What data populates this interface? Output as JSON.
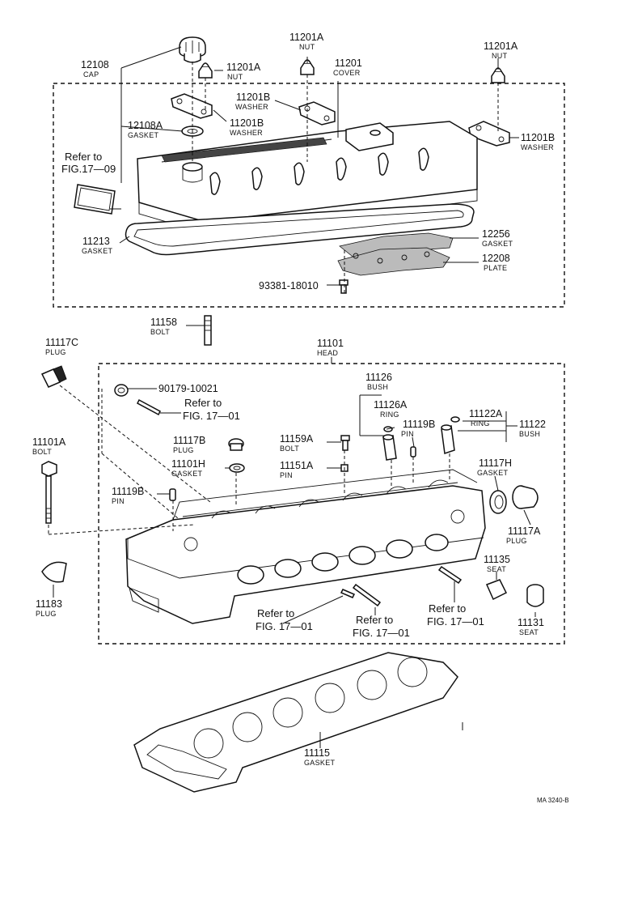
{
  "labels": {
    "p12108": {
      "num": "12108",
      "name": "CAP"
    },
    "p11201A_1": {
      "num": "11201A",
      "name": "NUT"
    },
    "p11201A_2": {
      "num": "11201A",
      "name": "NUT"
    },
    "p11201A_3": {
      "num": "11201A",
      "name": "NUT"
    },
    "p11201": {
      "num": "11201",
      "name": "COVER"
    },
    "p11201B_1": {
      "num": "11201B",
      "name": "WASHER"
    },
    "p11201B_2": {
      "num": "11201B",
      "name": "WASHER"
    },
    "p11201B_3": {
      "num": "11201B",
      "name": "WASHER"
    },
    "p12108A": {
      "num": "12108A",
      "name": "GASKET"
    },
    "p11213": {
      "num": "11213",
      "name": "GASKET"
    },
    "p12256": {
      "num": "12256",
      "name": "GASKET"
    },
    "p12208": {
      "num": "12208",
      "name": "PLATE"
    },
    "p93381": {
      "num": "93381-18010",
      "name": ""
    },
    "p11158": {
      "num": "11158",
      "name": "BOLT"
    },
    "p11117C": {
      "num": "11117C",
      "name": "PLUG"
    },
    "p11101": {
      "num": "11101",
      "name": "HEAD"
    },
    "p90179": {
      "num": "90179-10021",
      "name": ""
    },
    "p11126": {
      "num": "11126",
      "name": "BUSH"
    },
    "p11126A": {
      "num": "11126A",
      "name": "RING"
    },
    "p11119B_1": {
      "num": "11119B",
      "name": "PIN"
    },
    "p11122A": {
      "num": "11122A",
      "name": "RING"
    },
    "p11122": {
      "num": "11122",
      "name": "BUSH"
    },
    "p11101A": {
      "num": "11101A",
      "name": "BOLT"
    },
    "p11117B": {
      "num": "11117B",
      "name": "PLUG"
    },
    "p11159A": {
      "num": "11159A",
      "name": "BOLT"
    },
    "p11101H": {
      "num": "11101H",
      "name": "GASKET"
    },
    "p11151A": {
      "num": "11151A",
      "name": "PIN"
    },
    "p11117H": {
      "num": "11117H",
      "name": "GASKET"
    },
    "p11119B_2": {
      "num": "11119B",
      "name": "PIN"
    },
    "p11117A": {
      "num": "11117A",
      "name": "PLUG"
    },
    "p11135": {
      "num": "11135",
      "name": "SEAT"
    },
    "p11183": {
      "num": "11183",
      "name": "PLUG"
    },
    "p11131": {
      "num": "11131",
      "name": "SEAT"
    },
    "p11115": {
      "num": "11115",
      "name": "GASKET"
    }
  },
  "refs": {
    "r1709": [
      "Refer to",
      "FIG.17—09"
    ],
    "r1701_a": [
      "Refer to",
      "FIG. 17—01"
    ],
    "r1701_b": [
      "Refer to",
      "FIG. 17—01"
    ],
    "r1701_c": [
      "Refer to",
      "FIG. 17—01"
    ],
    "r1701_d": [
      "Refer to",
      "FIG. 17—01"
    ]
  },
  "drawing_code": "MA 3240-B"
}
